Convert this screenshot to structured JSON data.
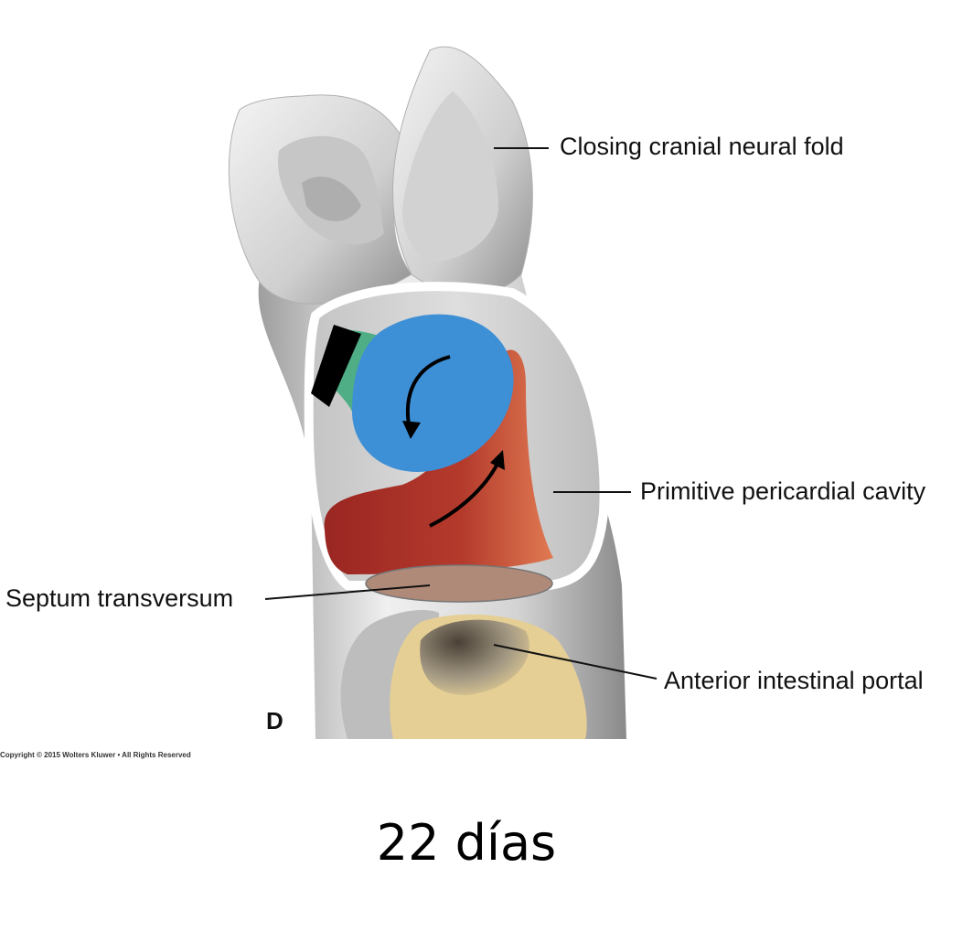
{
  "labels": {
    "neural_fold": "Closing cranial neural fold",
    "pericardial": "Primitive pericardial cavity",
    "septum": "Septum transversum",
    "portal": "Anterior intestinal portal"
  },
  "panel_letter": "D",
  "copyright": "Copyright © 2015 Wolters Kluwer • All Rights Reserved",
  "caption": "22 días",
  "colors": {
    "tissue_light": "#e6e6e6",
    "tissue_mid": "#bdbdbd",
    "tissue_dark": "#8c8c8c",
    "heart_blue": "#3d8fd6",
    "heart_red": "#a8302a",
    "heart_orange": "#d4603a",
    "outflow_green": "#4fae86",
    "septum_brown": "#b08a78",
    "gut_tan": "#e6cf94"
  }
}
